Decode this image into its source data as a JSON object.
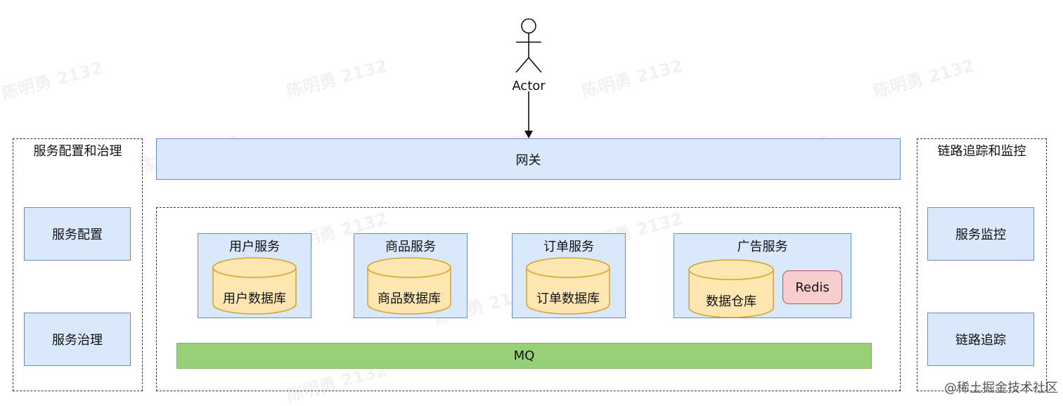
{
  "actor": {
    "label": "Actor"
  },
  "gateway": {
    "label": "网关"
  },
  "left_panel": {
    "title": "服务配置和治理",
    "items": [
      {
        "label": "服务配置"
      },
      {
        "label": "服务治理"
      }
    ]
  },
  "right_panel": {
    "title": "链路追踪和监控",
    "items": [
      {
        "label": "服务监控"
      },
      {
        "label": "链路追踪"
      }
    ]
  },
  "services": [
    {
      "title": "用户服务",
      "db": "用户数据库"
    },
    {
      "title": "商品服务",
      "db": "商品数据库"
    },
    {
      "title": "订单服务",
      "db": "订单数据库"
    },
    {
      "title": "广告服务",
      "db": "数据仓库",
      "cache": "Redis"
    }
  ],
  "mq": {
    "label": "MQ"
  },
  "watermark": {
    "text": "陈明勇 2132"
  },
  "footer": {
    "text": "@稀土掘金技术社区"
  },
  "colors": {
    "box_fill": "#dae8fc",
    "box_border": "#6c8ebf",
    "db_fill": "#ffe6b0",
    "db_border": "#d6a22a",
    "mq_fill": "#97d077",
    "redis_fill": "#f8cecc"
  }
}
